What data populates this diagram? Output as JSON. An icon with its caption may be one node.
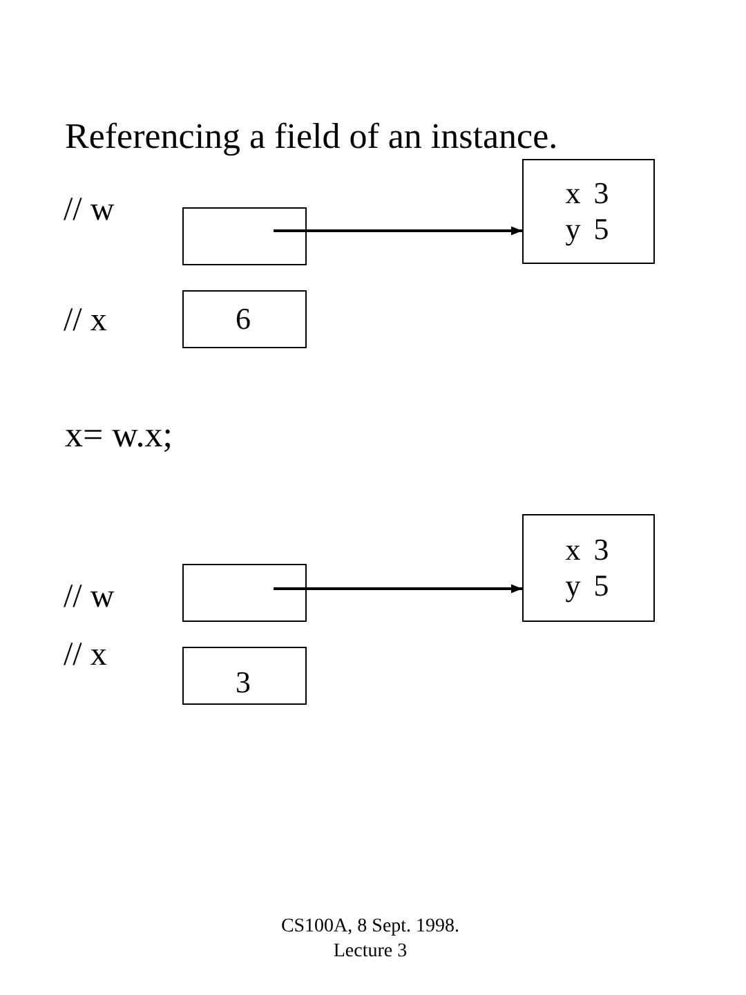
{
  "diagram": {
    "title": "Referencing a field of an instance.",
    "nodes": [
      {
        "text": [],
        "shape": "box",
        "beside": [
          "// w"
        ]
      },
      {
        "text": [
          "x 3",
          "y 5"
        ]
      },
      {
        "text": [
          "6"
        ],
        "beside": [
          "// x"
        ]
      },
      {
        "text": [],
        "shape": "box",
        "beside": [
          "// w"
        ]
      },
      {
        "text": [
          "x 3",
          "y 5"
        ]
      },
      {
        "text": [
          "3"
        ],
        "beside": [
          "// x"
        ]
      }
    ],
    "edges": [
      {
        "from": 0,
        "to": 1,
        "arrow": "to"
      },
      {
        "from": 3,
        "to": 4,
        "arrow": "to"
      }
    ],
    "labels": [
      "x= w.x;",
      "CS100A, 8 Sept. 1998. Lecture 3"
    ]
  }
}
